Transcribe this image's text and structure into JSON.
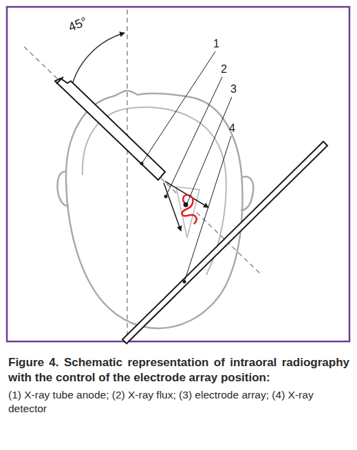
{
  "diagram": {
    "caption": "Figure 4. Schematic representation of intraoral radiography with the control of the electrode array position:",
    "labels": [
      "45°",
      "1",
      "2",
      "3",
      "4",
      "(1) X-ray tube anode; (2) X-ray flux; (3) electrode array; (4) X-ray detector"
    ]
  }
}
